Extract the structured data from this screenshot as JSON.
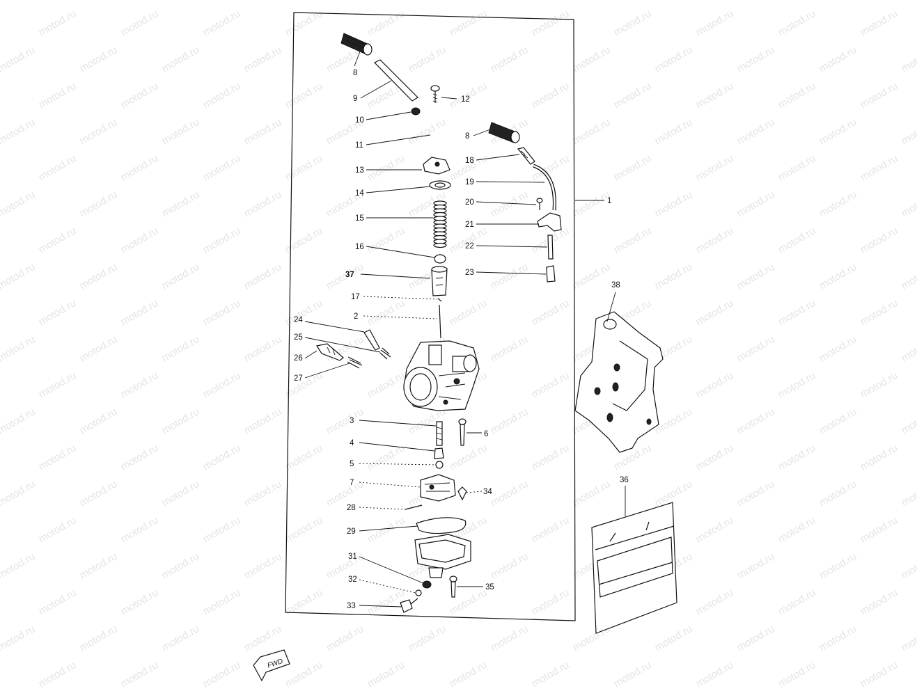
{
  "watermark": "motod.ru",
  "fwd_label": "FWD",
  "parts": [
    {
      "id": "p8a",
      "label": "8"
    },
    {
      "id": "p9",
      "label": "9"
    },
    {
      "id": "p10",
      "label": "10"
    },
    {
      "id": "p11",
      "label": "11"
    },
    {
      "id": "p12",
      "label": "12"
    },
    {
      "id": "p13",
      "label": "13"
    },
    {
      "id": "p14",
      "label": "14"
    },
    {
      "id": "p15",
      "label": "15"
    },
    {
      "id": "p16",
      "label": "16"
    },
    {
      "id": "p37",
      "label": "37"
    },
    {
      "id": "p17",
      "label": "17"
    },
    {
      "id": "p2",
      "label": "2"
    },
    {
      "id": "p24",
      "label": "24"
    },
    {
      "id": "p25",
      "label": "25"
    },
    {
      "id": "p26",
      "label": "26"
    },
    {
      "id": "p27",
      "label": "27"
    },
    {
      "id": "p3",
      "label": "3"
    },
    {
      "id": "p4",
      "label": "4"
    },
    {
      "id": "p5",
      "label": "5"
    },
    {
      "id": "p7",
      "label": "7"
    },
    {
      "id": "p28",
      "label": "28"
    },
    {
      "id": "p29",
      "label": "29"
    },
    {
      "id": "p31",
      "label": "31"
    },
    {
      "id": "p32",
      "label": "32"
    },
    {
      "id": "p33",
      "label": "33"
    },
    {
      "id": "p8b",
      "label": "8"
    },
    {
      "id": "p18",
      "label": "18"
    },
    {
      "id": "p19",
      "label": "19"
    },
    {
      "id": "p20",
      "label": "20"
    },
    {
      "id": "p21",
      "label": "21"
    },
    {
      "id": "p22",
      "label": "22"
    },
    {
      "id": "p23",
      "label": "23"
    },
    {
      "id": "p1",
      "label": "1"
    },
    {
      "id": "p6",
      "label": "6"
    },
    {
      "id": "p34",
      "label": "34"
    },
    {
      "id": "p35",
      "label": "35"
    },
    {
      "id": "p38",
      "label": "38"
    },
    {
      "id": "p36",
      "label": "36"
    }
  ]
}
